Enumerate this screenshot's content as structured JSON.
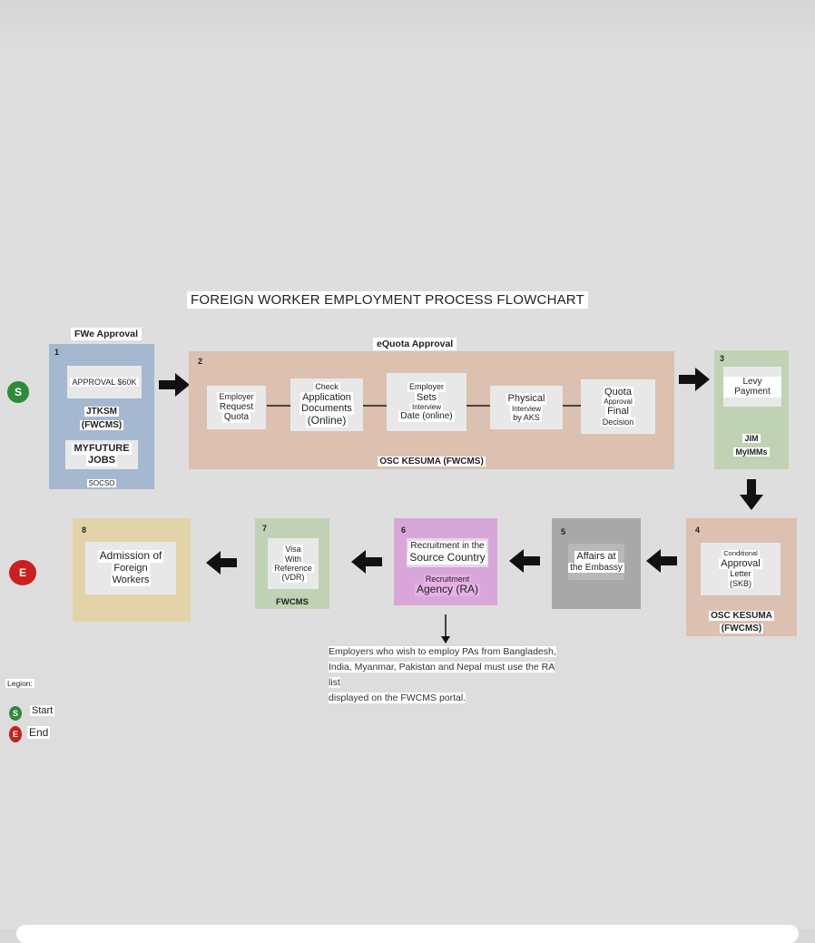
{
  "title": "FOREIGN WORKER EMPLOYMENT PROCESS FLOWCHART",
  "colors": {
    "blue": "#a4b8d0",
    "peach": "#dcc0b0",
    "green": "#bfd3b4",
    "grey": "#a8a8a8",
    "purple": "#d9a6d9",
    "tan": "#e2d3a8",
    "start": "#2e8b3a",
    "end": "#cc1f1f"
  },
  "start_symbol": "S",
  "end_symbol": "E",
  "steps": {
    "s1": {
      "number": "1",
      "header": "FWe Approval",
      "box1": "APPROVAL $60K",
      "line1": "JTKSM",
      "line2": "(FWCMS)",
      "box2_line1": "MYFUTURE",
      "box2_line2": "JOBS",
      "footer": "SOCSO"
    },
    "s2": {
      "number": "2",
      "header": "eQuota Approval",
      "footer": "OSC KESUMA (FWCMS)",
      "b1": [
        "Employer",
        "Request",
        "Quota"
      ],
      "b2": [
        "Check",
        "Application",
        "Documents",
        "(Online)"
      ],
      "b3": [
        "Employer",
        "Sets",
        "Interview",
        "Date (online)"
      ],
      "b4": [
        "Physical",
        "Interview",
        "by AKS"
      ],
      "b5": [
        "Quota",
        "Approval",
        "Final",
        "Decision"
      ]
    },
    "s3": {
      "number": "3",
      "box": "Levy Payment",
      "line1": "JIM",
      "line2": "MyIMMs"
    },
    "s4": {
      "number": "4",
      "b": [
        "Conditional",
        "Approval",
        "Letter",
        "(SKB)"
      ],
      "line1": "OSC KESUMA",
      "line2": "(FWCMS)"
    },
    "s5": {
      "number": "5",
      "b": [
        "Affairs at",
        "the Embassy"
      ]
    },
    "s6": {
      "number": "6",
      "b1": [
        "Recruitment in the",
        "Source Country"
      ],
      "b2": [
        "Recruitment",
        "Agency (RA)"
      ]
    },
    "s7": {
      "number": "7",
      "b": [
        "Visa",
        "With",
        "Reference",
        "(VDR)"
      ],
      "footer": "FWCMS"
    },
    "s8": {
      "number": "8",
      "b": [
        "Admission of",
        "Foreign",
        "Workers"
      ]
    }
  },
  "note": [
    "Employers who wish to employ PAs from Bangladesh,",
    "India, Myanmar, Pakistan and Nepal must use the RA list",
    "displayed on the FWCMS portal."
  ],
  "legend": {
    "title": "Legion:",
    "start_label": "Start",
    "end_label": "End"
  }
}
